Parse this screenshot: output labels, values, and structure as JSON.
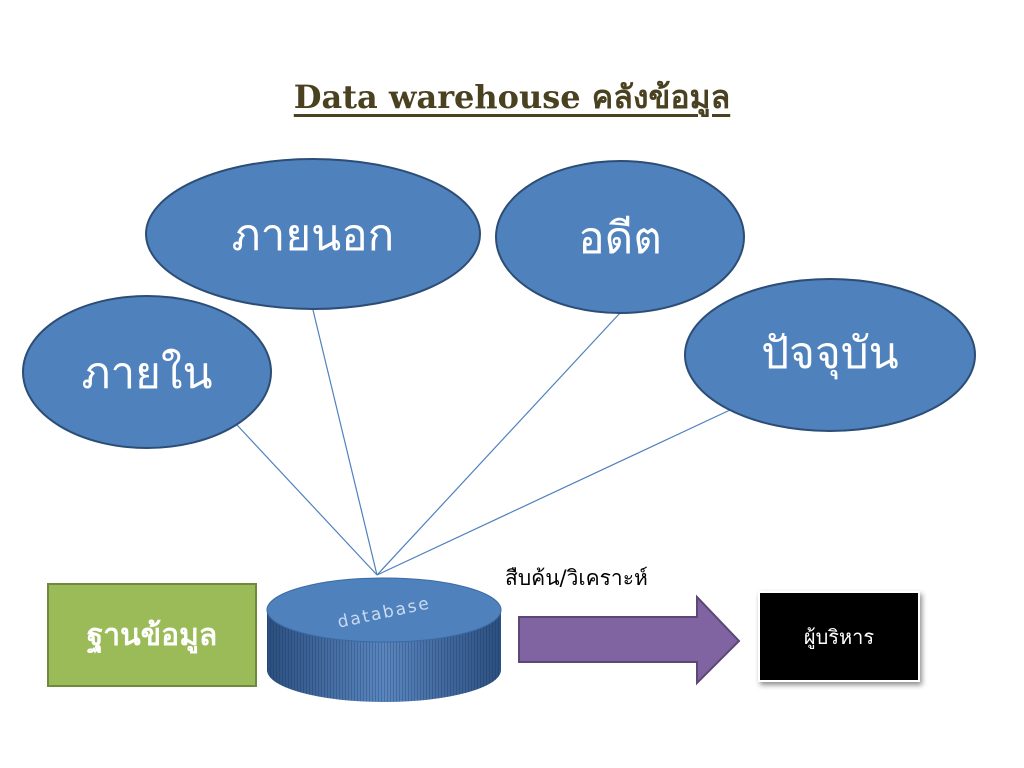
{
  "title": "Data warehouse คลังข้อมูล",
  "sources": [
    {
      "label": "ภายนอก"
    },
    {
      "label": "อดีต"
    },
    {
      "label": "ภายใน"
    },
    {
      "label": "ปัจจุบัน"
    }
  ],
  "database_label": "database",
  "data_store_label": "ฐานข้อมูล",
  "arrow_label": "สืบค้น/วิเคราะห์",
  "executive_label": "ผู้บริหาร",
  "colors": {
    "ellipse_fill": "#4f81bd",
    "ellipse_stroke": "#2c4d75",
    "green_fill": "#9bbb59",
    "arrow_fill": "#8064a2",
    "title_color": "#4a4120"
  }
}
